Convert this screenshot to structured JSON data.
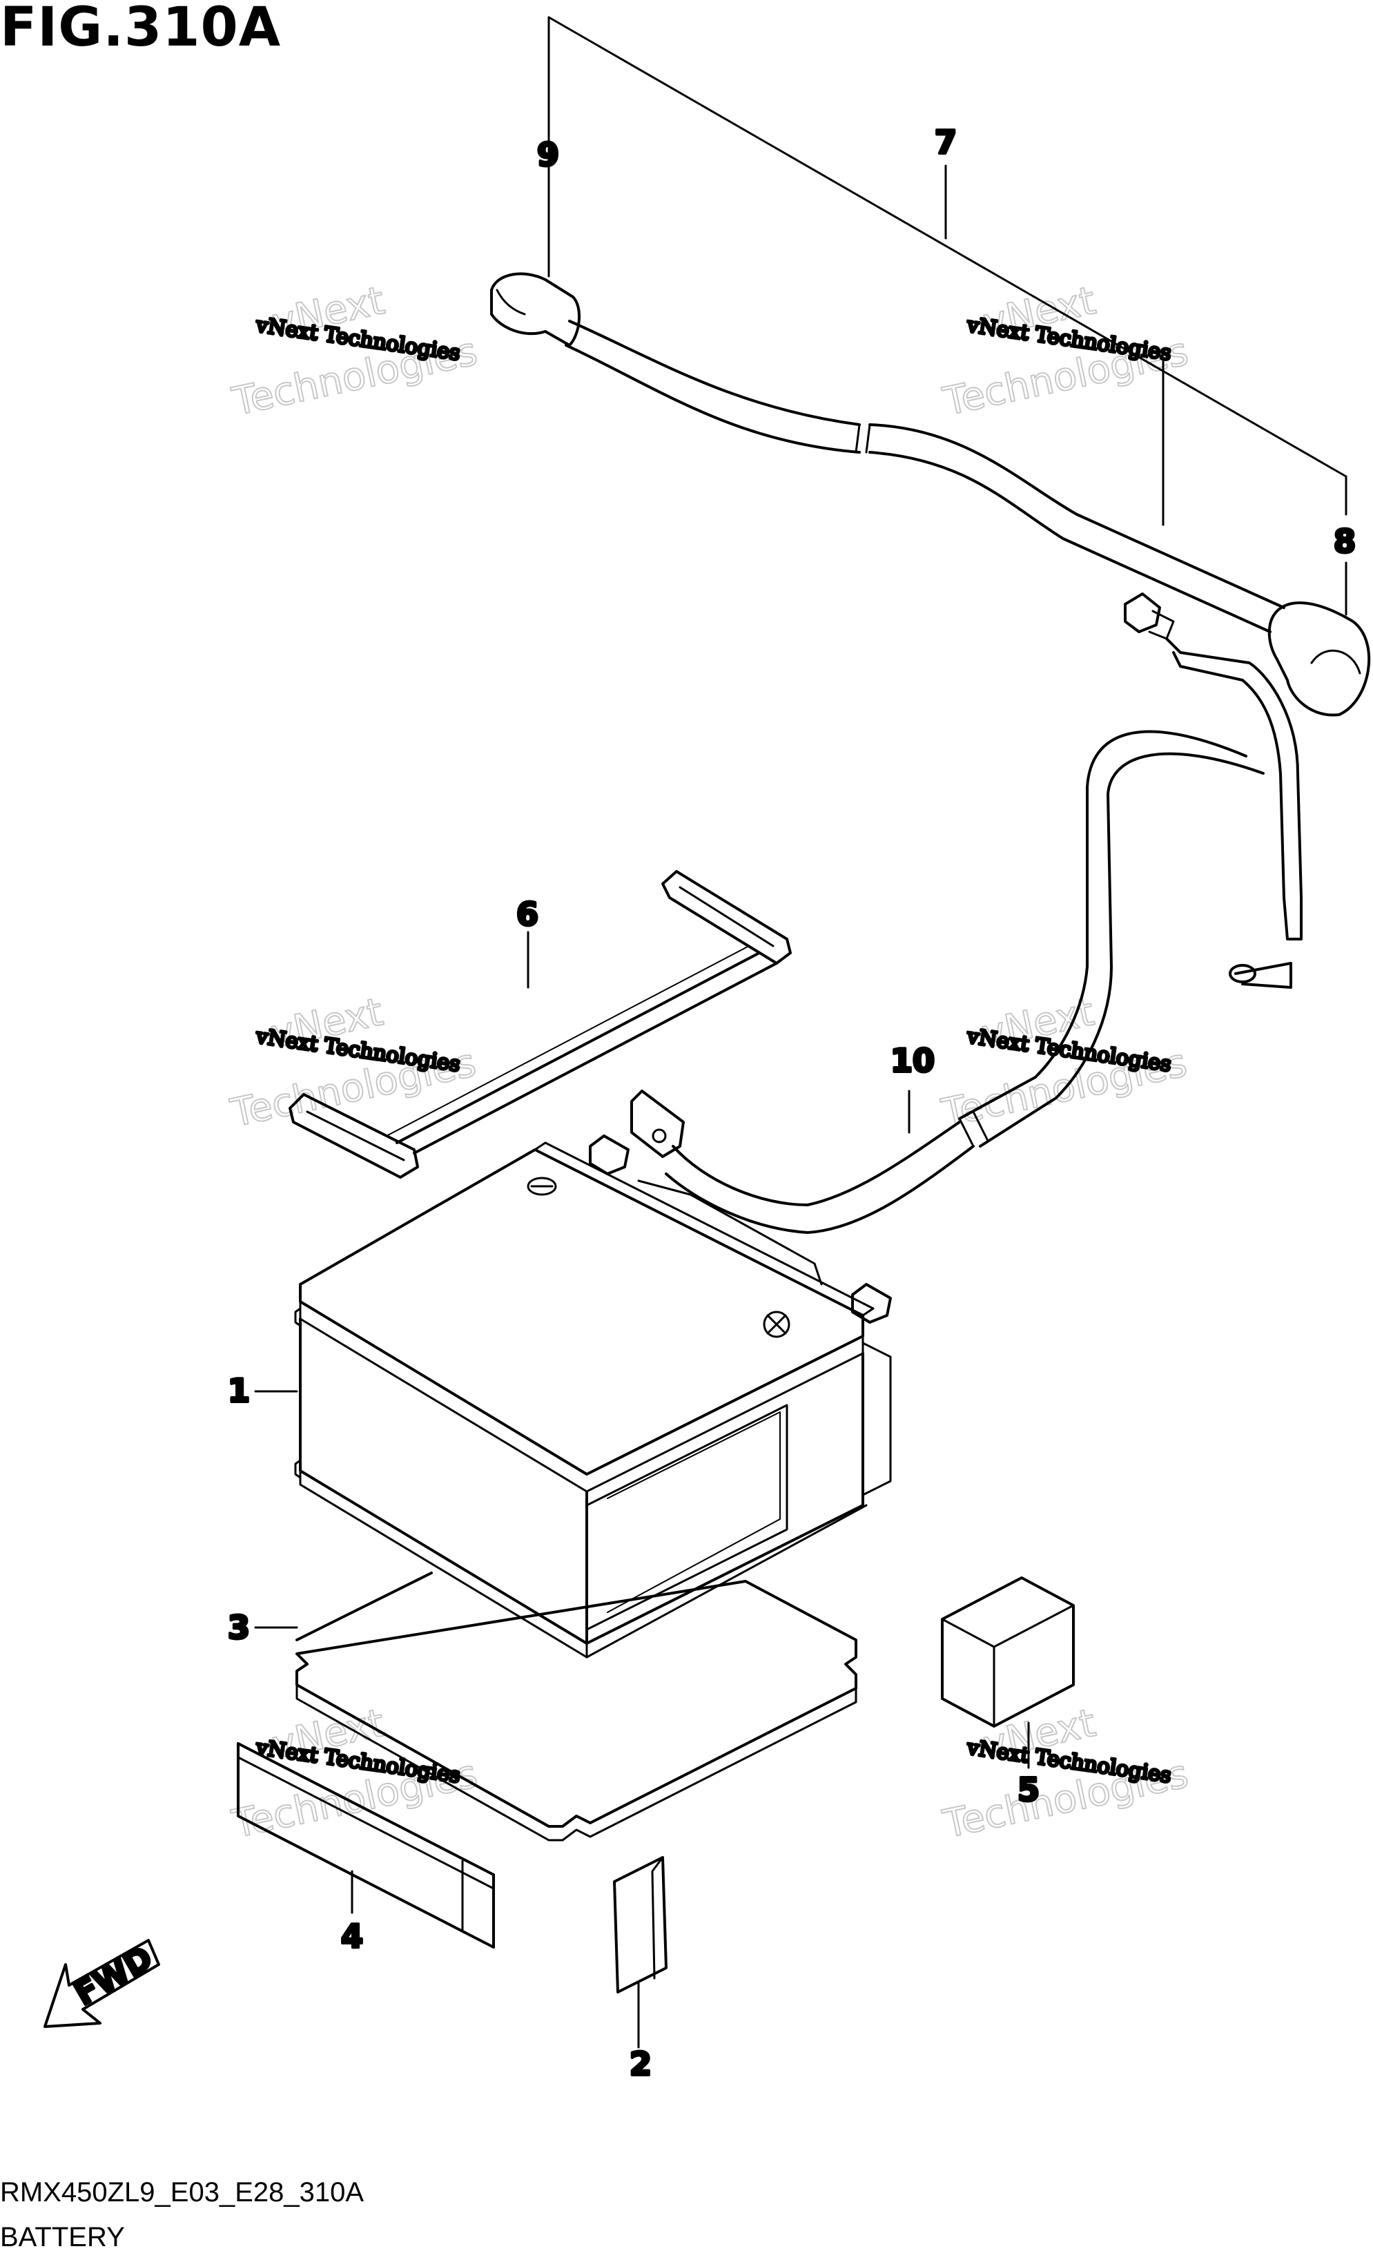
{
  "figure": {
    "title": "FIG.310A"
  },
  "footer": {
    "model_code": "RMX450ZL9_E03_E28_310A",
    "assembly_name": "BATTERY"
  },
  "callouts": [
    "1",
    "2",
    "3",
    "4",
    "5",
    "6",
    "7",
    "8",
    "9",
    "10"
  ],
  "fwd_label": "FWD",
  "watermark": {
    "line1": "vNext Technologies",
    "line2": "vNext",
    "line3": "Technologies"
  }
}
